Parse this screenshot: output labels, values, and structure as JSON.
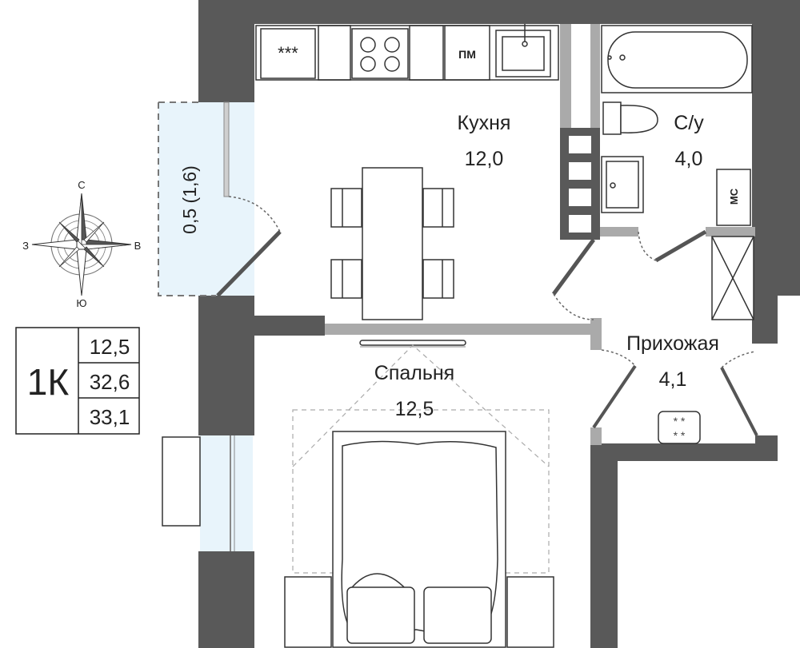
{
  "rooms": {
    "kitchen": {
      "name": "Кухня",
      "area": "12,0"
    },
    "bathroom": {
      "name": "С/у",
      "area": "4,0"
    },
    "hallway": {
      "name": "Прихожая",
      "area": "4,1"
    },
    "bedroom": {
      "name": "Спальня",
      "area": "12,5"
    },
    "balcony": {
      "area": "0,5 (1,6)"
    }
  },
  "appliances": {
    "fridge": "***",
    "dishwasher": "ПМ",
    "washer": "МС"
  },
  "compass": {
    "north": "С",
    "south": "Ю",
    "west": "З",
    "east": "В"
  },
  "summary": {
    "type": "1К",
    "living_area": "12,5",
    "total_area": "32,6",
    "total_area_with_balcony": "33,1"
  },
  "colors": {
    "wall": "#595959",
    "partition": "#aaaaaa",
    "glass": "#e8f4fb",
    "line": "#333333"
  }
}
